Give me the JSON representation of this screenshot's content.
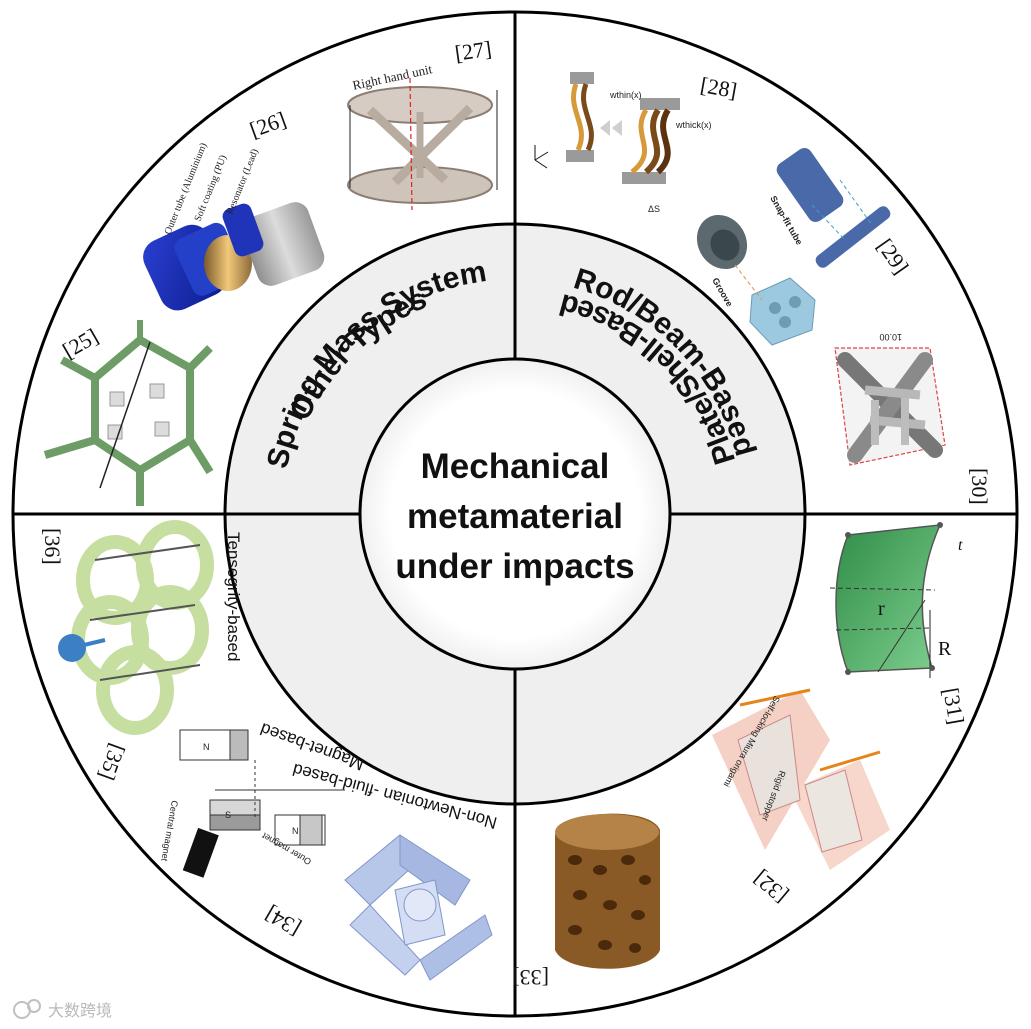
{
  "center_title": [
    "Mechanical",
    "metamaterial",
    "under impacts"
  ],
  "categories": {
    "spring_mass": "Spring-Mass System",
    "rod_beam": "Rod/Beam-Based",
    "plate_shell": "Plate/Shell-Based",
    "other": "Other Types"
  },
  "refs": {
    "r25": "[25]",
    "r26": "[26]",
    "r27": "[27]",
    "r28": "[28]",
    "r29": "[29]",
    "r30": "[30]",
    "r31": "[31]",
    "r32": "[32]",
    "r33": "[33]",
    "r34": "[34]",
    "r35": "[35]",
    "r36": "[36]"
  },
  "annotations": {
    "outer_tube": "Outer tube (Aluminium)",
    "soft_coating": "Soft coating (PU)",
    "resonator": "Resonator (Lead)",
    "right_hand_unit": "Right hand unit",
    "snap_fit_tube": "Snap-fit tube",
    "groove": "Groove",
    "dim_10": "10.00",
    "self_locking": "Self-locking Miura origami",
    "rigid_stopper": "Rigid stopper",
    "tensegrity": "Tensegrity-based",
    "magnet_based": "Magnet-based",
    "non_newtonian": "Non-Newtonian -fluid-based",
    "central_magnet": "Central magnet",
    "outer_magnet": "Outer magnet",
    "w_thin": "wthin(x)",
    "w_thick": "wthick(x)",
    "delta_s": "ΔS",
    "sym_t": "t",
    "sym_r": "r",
    "sym_R": "R",
    "magnet_N": "N",
    "magnet_S": "S"
  },
  "watermark": "大数跨境"
}
